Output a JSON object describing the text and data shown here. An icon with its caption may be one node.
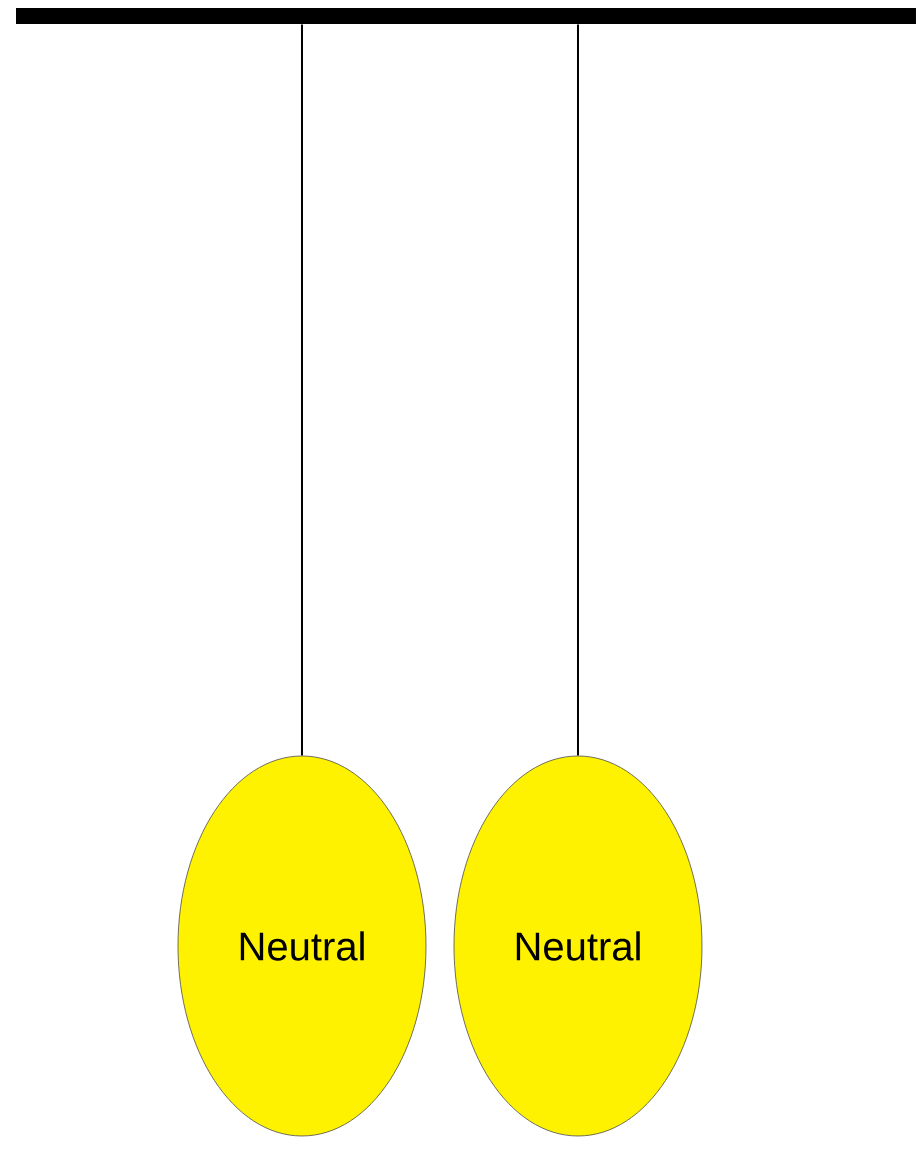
{
  "diagram": {
    "nodes": [
      {
        "text": [],
        "shape": "bar"
      },
      {
        "text": [
          "Neutral"
        ]
      },
      {
        "text": [
          "Neutral"
        ]
      }
    ],
    "edges": [
      {
        "from": 0,
        "to": 1,
        "arrow": "none"
      },
      {
        "from": 0,
        "to": 2,
        "arrow": "none"
      }
    ]
  }
}
